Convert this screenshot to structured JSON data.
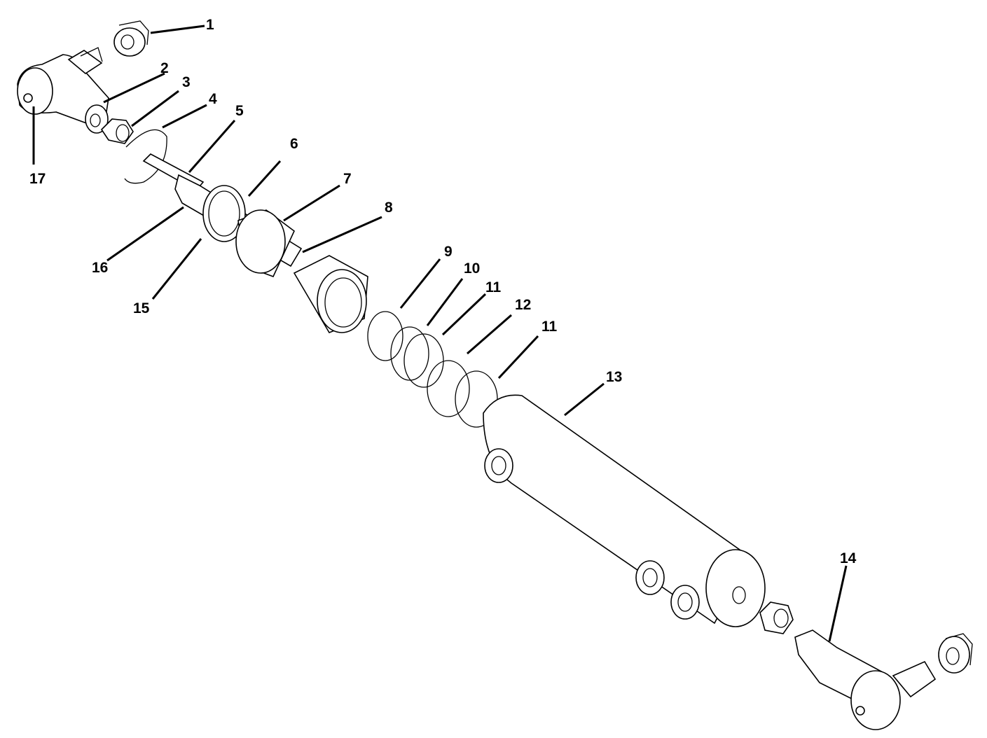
{
  "diagram": {
    "type": "exploded-parts-view",
    "subject": "hydraulic steering cylinder assembly",
    "callouts": [
      {
        "id": "c1",
        "label": "1"
      },
      {
        "id": "c2",
        "label": "2"
      },
      {
        "id": "c3",
        "label": "3"
      },
      {
        "id": "c4",
        "label": "4"
      },
      {
        "id": "c5",
        "label": "5"
      },
      {
        "id": "c6",
        "label": "6"
      },
      {
        "id": "c7",
        "label": "7"
      },
      {
        "id": "c8",
        "label": "8"
      },
      {
        "id": "c9",
        "label": "9"
      },
      {
        "id": "c10",
        "label": "10"
      },
      {
        "id": "c11a",
        "label": "11"
      },
      {
        "id": "c12",
        "label": "12"
      },
      {
        "id": "c11b",
        "label": "11"
      },
      {
        "id": "c13",
        "label": "13"
      },
      {
        "id": "c14",
        "label": "14"
      },
      {
        "id": "c15",
        "label": "15"
      },
      {
        "id": "c16",
        "label": "16"
      },
      {
        "id": "c17",
        "label": "17"
      }
    ]
  }
}
